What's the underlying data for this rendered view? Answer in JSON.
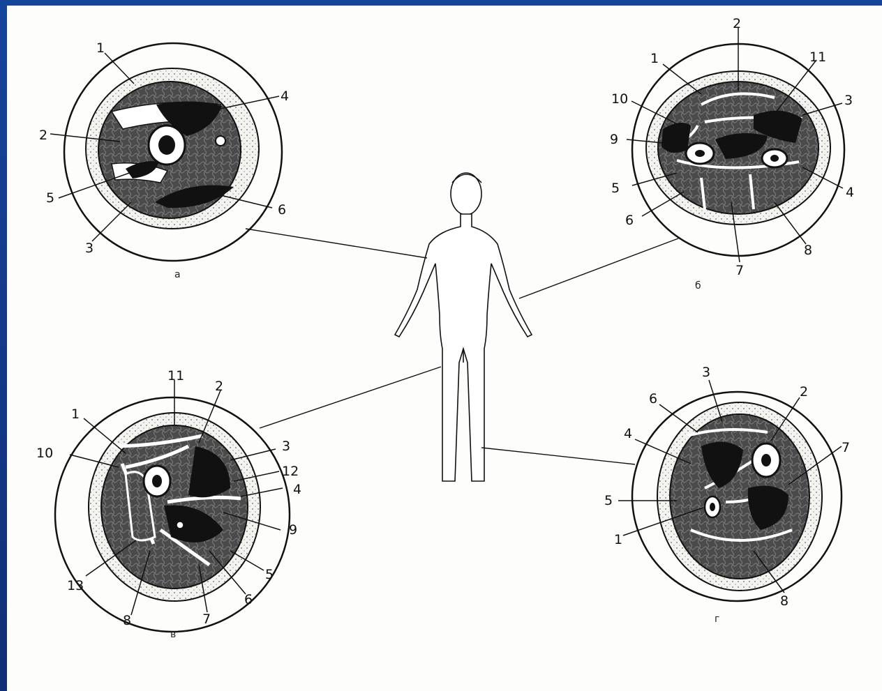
{
  "colors": {
    "frame": "#123a86",
    "sheet": "#fdfdfb",
    "ink": "#111111",
    "muscle": "#4a4a4a"
  },
  "captions": {
    "a": "а",
    "b": "б",
    "c": "в",
    "d": "г"
  },
  "labels": {
    "a": {
      "n1": "1",
      "n2": "2",
      "n3": "3",
      "n4": "4",
      "n5": "5",
      "n6": "6"
    },
    "b": {
      "n1": "1",
      "n2": "2",
      "n3": "3",
      "n4": "4",
      "n5": "5",
      "n6": "6",
      "n7": "7",
      "n8": "8",
      "n9": "9",
      "n10": "10",
      "n11": "11"
    },
    "c": {
      "n1": "1",
      "n2": "2",
      "n3": "3",
      "n4": "4",
      "n5": "5",
      "n6": "6",
      "n7": "7",
      "n8": "8",
      "n9": "9",
      "n10": "10",
      "n11": "11",
      "n12": "12",
      "n13": "13"
    },
    "d": {
      "n1": "1",
      "n2": "2",
      "n3": "3",
      "n4": "4",
      "n5": "5",
      "n6": "6",
      "n7": "7",
      "n8": "8"
    }
  }
}
